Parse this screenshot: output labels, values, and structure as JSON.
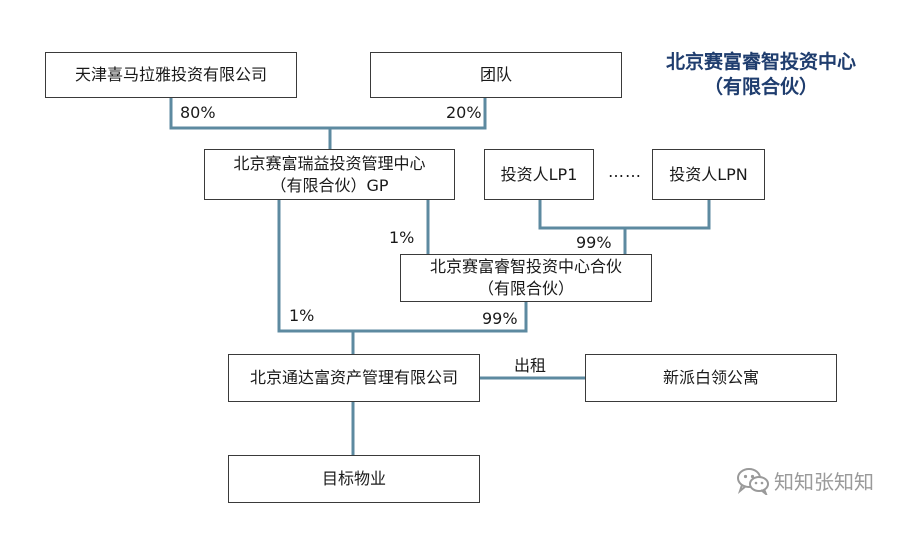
{
  "diagram": {
    "title_lines": [
      "北京赛富睿智投资中心",
      "（有限合伙）"
    ],
    "nodes": {
      "tianjin": {
        "lines": [
          "天津喜马拉雅投资有限公司"
        ]
      },
      "team": {
        "lines": [
          "团队"
        ]
      },
      "gp": {
        "lines": [
          "北京赛富瑞益投资管理中心",
          "（有限合伙）GP"
        ]
      },
      "lp1": {
        "lines": [
          "投资人LP1"
        ]
      },
      "lpn": {
        "lines": [
          "投资人LPN"
        ]
      },
      "ellipsis": "……",
      "fund": {
        "lines": [
          "北京赛富睿智投资中心合伙",
          "（有限合伙）"
        ]
      },
      "asset_co": {
        "lines": [
          "北京通达富资产管理有限公司"
        ]
      },
      "apartment": {
        "lines": [
          "新派白领公寓"
        ]
      },
      "target": {
        "lines": [
          "目标物业"
        ]
      }
    },
    "edge_labels": {
      "tianjin_to_gp": "80%",
      "team_to_gp": "20%",
      "gp_to_fund": "1%",
      "lps_to_fund": "99%",
      "gp_to_asset": "1%",
      "fund_to_asset": "99%",
      "lease": "出租"
    }
  },
  "watermark": {
    "text": "知知张知知",
    "icon": "wechat-icon"
  }
}
